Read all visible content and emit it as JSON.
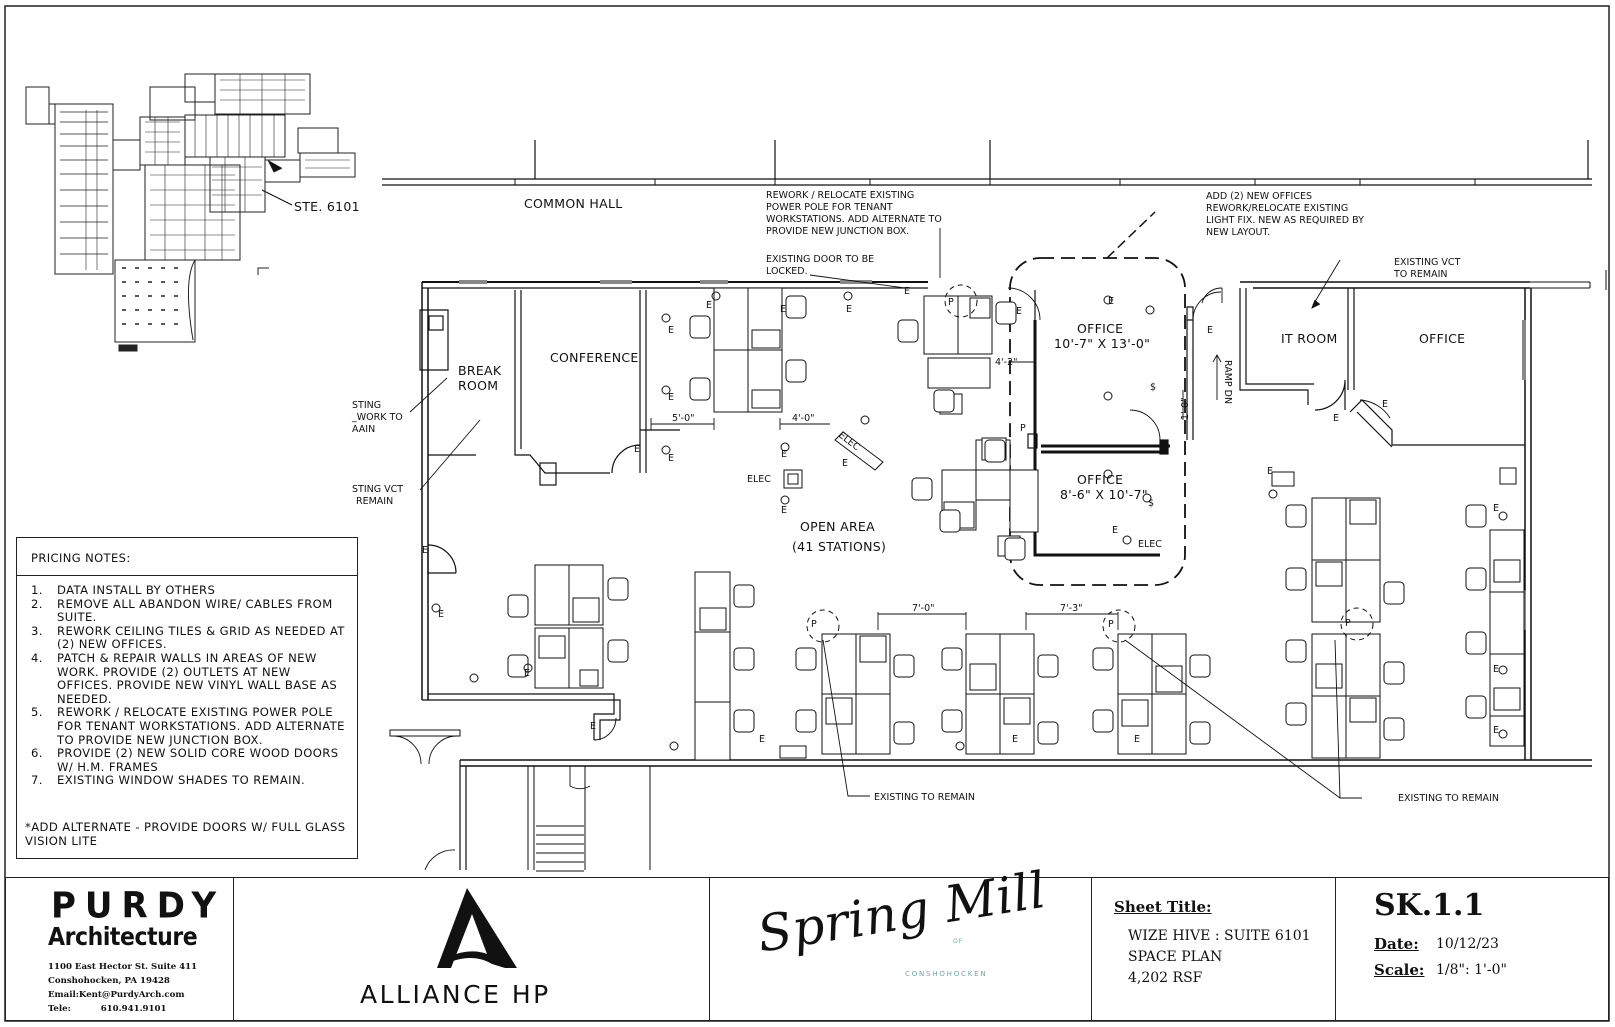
{
  "labels": {
    "common_hall": "COMMON HALL",
    "ste": "STE. 6101",
    "break_room_1": "BREAK",
    "break_room_2": "ROOM",
    "conference": "CONFERENCE",
    "open_area_1": "OPEN AREA",
    "open_area_2": "(41 STATIONS)",
    "office_top_1": "OFFICE",
    "office_top_2": "10'-7\" X 13'-0\"",
    "office_bot_1": "OFFICE",
    "office_bot_2": "8'-6\" X 10'-7\"",
    "it_room": "IT ROOM",
    "office_right": "OFFICE",
    "elec_1": "ELEC",
    "elec_2": "ELEC",
    "elec_3": "ELEC",
    "ramp_dn": "RAMP DN",
    "dim_5": "5'-0\"",
    "dim_4a": "4'-0\"",
    "dim_4b": "4'-2\"",
    "dim_7a": "7'-0\"",
    "dim_7b": "7'-3\"",
    "dim_1": "1'-0\""
  },
  "callouts": {
    "rework_1": "REWORK / RELOCATE EXISTING",
    "rework_2": "POWER POLE FOR TENANT",
    "rework_3": "WORKSTATIONS. ADD ALTERNATE TO",
    "rework_4": "PROVIDE NEW  JUNCTION BOX.",
    "door_1": "EXISTING DOOR TO BE",
    "door_2": "LOCKED.",
    "add_1": "ADD (2) NEW OFFICES",
    "add_2": "REWORK/RELOCATE EXISTING",
    "add_3": "LIGHT FIX. NEW AS REQUIRED BY",
    "add_4": "NEW LAYOUT.",
    "vct_r1": "EXISTING VCT",
    "vct_r2": "TO REMAIN",
    "left_1": "STING",
    "left_2": "_WORK TO",
    "left_3": "AAIN",
    "vct_l1": "STING VCT",
    "vct_l2": "REMAIN",
    "remain_1": "EXISTING TO REMAIN",
    "remain_2": "EXISTING TO REMAIN"
  },
  "pricing_notes": {
    "title": "PRICING NOTES:",
    "items": [
      {
        "n": "1.",
        "text": "DATA INSTALL BY OTHERS"
      },
      {
        "n": "2.",
        "text": "REMOVE ALL ABANDON WIRE/ CABLES FROM SUITE."
      },
      {
        "n": "3.",
        "text": "REWORK CEILING TILES & GRID AS NEEDED AT (2) NEW OFFICES."
      },
      {
        "n": "4.",
        "text": "PATCH & REPAIR WALLS IN AREAS OF NEW WORK. PROVIDE (2) OUTLETS AT NEW OFFICES. PROVIDE NEW VINYL WALL BASE AS NEEDED."
      },
      {
        "n": "5.",
        "text": "REWORK / RELOCATE EXISTING POWER POLE FOR TENANT WORKSTATIONS. ADD ALTERNATE TO PROVIDE NEW  JUNCTION BOX."
      },
      {
        "n": "6.",
        "text": "PROVIDE (2) NEW SOLID CORE WOOD DOORS W/ H.M. FRAMES"
      },
      {
        "n": "7.",
        "text": "EXISTING WINDOW SHADES TO REMAIN."
      }
    ],
    "alternate": "*ADD ALTERNATE - PROVIDE DOORS W/ FULL GLASS VISION LITE"
  },
  "title_block": {
    "firm_1": "PURDY",
    "firm_2": "Architecture",
    "address": "1100 East Hector St. Suite 411\nConshohocken, PA 19428\nEmail:Kent@PurdyArch.com\nTele:          610.941.9101",
    "alliance": "ALLIANCE HP",
    "spring_mill": "Spring Mill",
    "spring_of": "OF",
    "spring_sub": "CONSHOHOCKEN",
    "sheet_title_label": "Sheet Title:",
    "sheet_line_1": "WIZE HIVE : SUITE 6101",
    "sheet_line_2": "SPACE PLAN",
    "sheet_line_3": "4,202 RSF",
    "sheet_no": "SK.1.1",
    "date_label": "Date:",
    "date_value": "10/12/23",
    "scale_label": "Scale:",
    "scale_value": "1/8\": 1'-0\""
  },
  "plan_colors": {
    "line": "#111111",
    "paper": "#ffffff"
  }
}
